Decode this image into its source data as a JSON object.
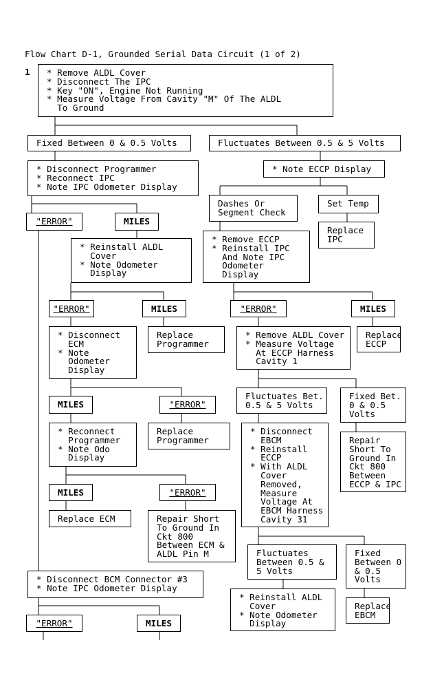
{
  "title": "Flow Chart D-1, Grounded Serial Data Circuit (1 of 2)",
  "step_number": "1",
  "nodes": {
    "start": "* Remove ALDL Cover\n* Disconnect The IPC\n* Key \"ON\", Engine Not Running\n* Measure Voltage From Cavity \"M\" Of The ALDL\n  To Ground",
    "fixed_0_05": "Fixed Between 0 & 0.5 Volts",
    "fluct_05_5": "Fluctuates Between 0.5 & 5 Volts",
    "disc_programmer": "* Disconnect Programmer\n* Reconnect IPC\n* Note IPC Odometer Display",
    "note_eccp": "* Note ECCP Display",
    "dashes": "Dashes Or\nSegment Check",
    "set_temp": "Set Temp",
    "replace_ipc": "Replace\nIPC",
    "error_1": "\"ERROR\"",
    "miles_1": "MILES",
    "reinstall_aldl_1": "* Reinstall ALDL\n  Cover\n* Note Odometer\n  Display",
    "remove_eccp": "* Remove ECCP\n* Reinstall IPC\n  And Note IPC\n  Odometer\n  Display",
    "error_2": "\"ERROR\"",
    "miles_2": "MILES",
    "replace_programmer_1": "Replace\nProgrammer",
    "error_3": "\"ERROR\"",
    "miles_3": "MILES",
    "disc_ecm": "* Disconnect\n  ECM\n* Note\n  Odometer\n  Display",
    "remove_aldl_eccp": "* Remove ALDL Cover\n* Measure Voltage\n  At ECCP Harness\n  Cavity 1",
    "replace_eccp": "Replace\nECCP",
    "miles_4": "MILES",
    "error_4": "\"ERROR\"",
    "fluct_bet": "Fluctuates Bet.\n0.5 & 5 Volts",
    "fixed_bet": "Fixed Bet.\n0 & 0.5\nVolts",
    "reconnect_programmer": "* Reconnect\n  Programmer\n* Note Odo\n  Display",
    "replace_programmer_2": "Replace\nProgrammer",
    "disc_ebcm": "* Disconnect\n  EBCM\n* Reinstall\n  ECCP\n* With ALDL\n  Cover\n  Removed,\n  Measure\n  Voltage At\n  EBCM Harness\n  Cavity 31",
    "repair_eccp_ipc": "Repair\nShort To\nGround In\nCkt 800\nBetween\nECCP & IPC",
    "miles_5": "MILES",
    "error_5": "\"ERROR\"",
    "replace_ecm": "Replace ECM",
    "repair_ecm_aldl": "Repair Short\nTo Ground In\nCkt 800\nBetween ECM &\nALDL Pin M",
    "fluct_between": "Fluctuates\nBetween 0.5 &\n5 Volts",
    "fixed_between": "Fixed\nBetween 0\n& 0.5\nVolts",
    "disc_bcm": "* Disconnect BCM Connector #3\n* Note IPC Odometer Display",
    "reinstall_aldl_2": "* Reinstall ALDL\n  Cover\n* Note Odometer\n  Display",
    "replace_ebcm": "Replace\nEBCM",
    "error_6": "\"ERROR\"",
    "miles_6": "MILES"
  }
}
